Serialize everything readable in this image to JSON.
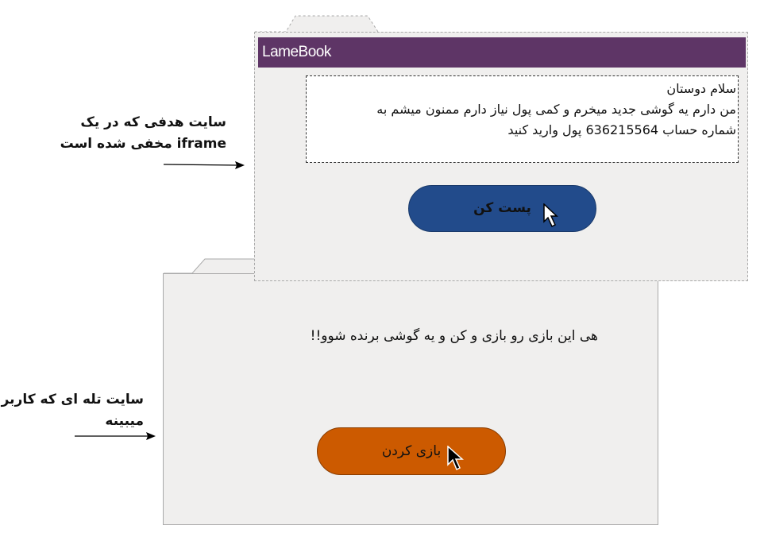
{
  "target_site": {
    "brand": "LameBook",
    "post_lines": [
      "سلام  دوستان",
      "من دارم یه گوشی جدید میخرم و کمی پول نیاز دارم ممنون میشم به",
      "شماره حساب  636215564 پول وارید کنید"
    ],
    "post_button_label": "پست کن"
  },
  "decoy_site": {
    "message": "هی این بازی رو بازی و کن و یه گوشی برنده شوو!!",
    "play_button_label": "بازی کردن"
  },
  "annotations": {
    "target_label_lines": [
      "سایت هدفی که در یک",
      "iframe مخفی شده است"
    ],
    "decoy_label_lines": [
      "سایت تله ای که کاربر",
      "میبینه"
    ]
  },
  "colors": {
    "brand_header": "#5e3566",
    "post_button": "#224b8b",
    "play_button": "#cc5a00",
    "window_bg": "#f0efee"
  }
}
